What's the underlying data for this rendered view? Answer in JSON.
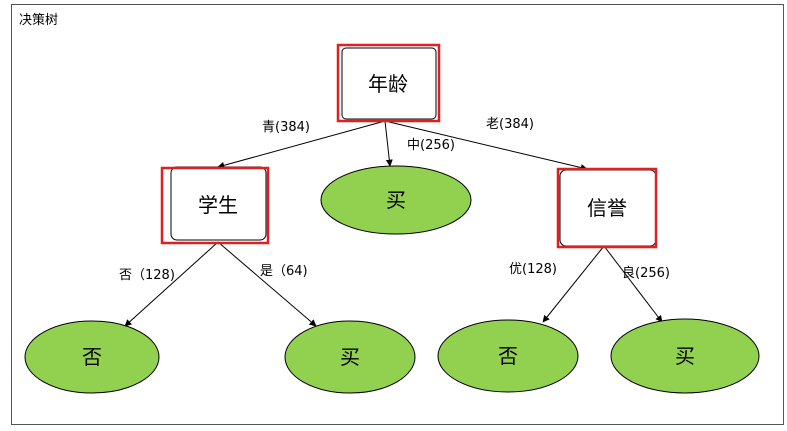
{
  "diagram": {
    "title": "决策树",
    "colors": {
      "leaf_fill": "#92d050",
      "highlight_border": "#e02020",
      "edge": "#000000"
    },
    "nodes": {
      "root": "年龄",
      "student": "学生",
      "mid_leaf": "买",
      "credit": "信誉",
      "leaf_no_student": "否",
      "leaf_yes_student": "买",
      "leaf_excellent": "否",
      "leaf_fair": "买"
    },
    "edges": {
      "youth": "青(384)",
      "middle": "中(256)",
      "senior": "老(384)",
      "not_student": "否（128)",
      "is_student": "是（64)",
      "excellent": "优(128)",
      "fair": "良(256)"
    }
  }
}
